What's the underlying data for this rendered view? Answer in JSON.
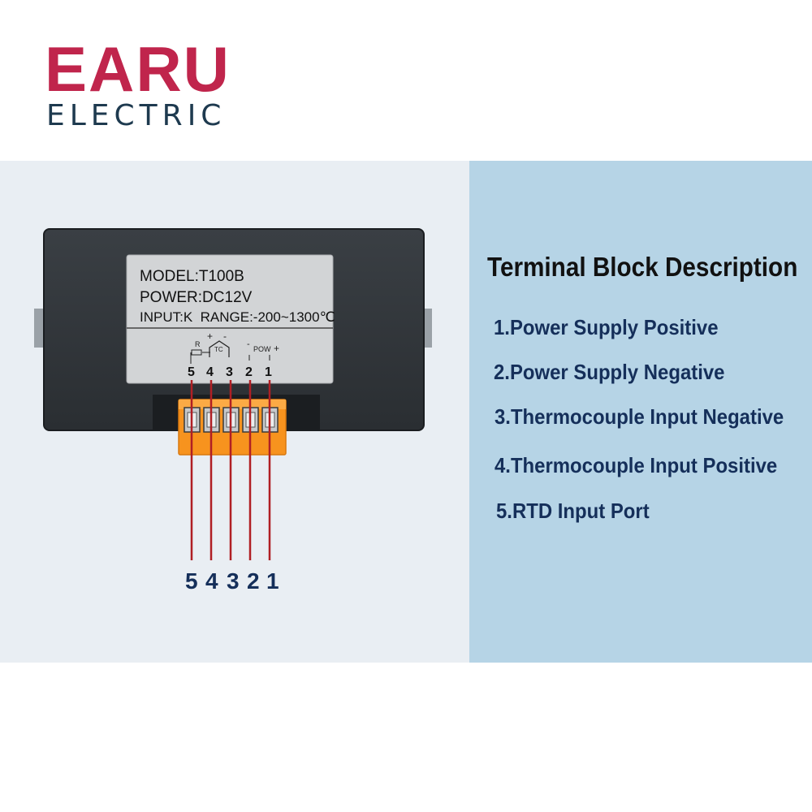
{
  "brand": {
    "name": "EARU",
    "sub": "ELECTRIC"
  },
  "device": {
    "label_lines": [
      "MODEL:T100B",
      "POWER:DC12V",
      "INPUT:K  RANGE:-200~1300℃"
    ],
    "r_mark": "R",
    "tc_mark": "TC",
    "pow_mark": "POW",
    "plus": "+",
    "minus": "-",
    "terminal_numbers": [
      "5",
      "4",
      "3",
      "2",
      "1"
    ]
  },
  "wire_labels": [
    "5",
    "4",
    "3",
    "2",
    "1"
  ],
  "description": {
    "title": "Terminal Block Description",
    "items": [
      "1.Power Supply Positive",
      "2.Power Supply Negative",
      "3.Thermocouple Input Negative",
      "4.Thermocouple Input Positive",
      "5.RTD Input Port"
    ]
  },
  "colors": {
    "brand_red": "#c0254c",
    "brand_navy": "#1e3a4f",
    "wire_red": "#b01f24",
    "terminal_orange": "#f7931e",
    "panel_blue": "#b6d4e6"
  }
}
